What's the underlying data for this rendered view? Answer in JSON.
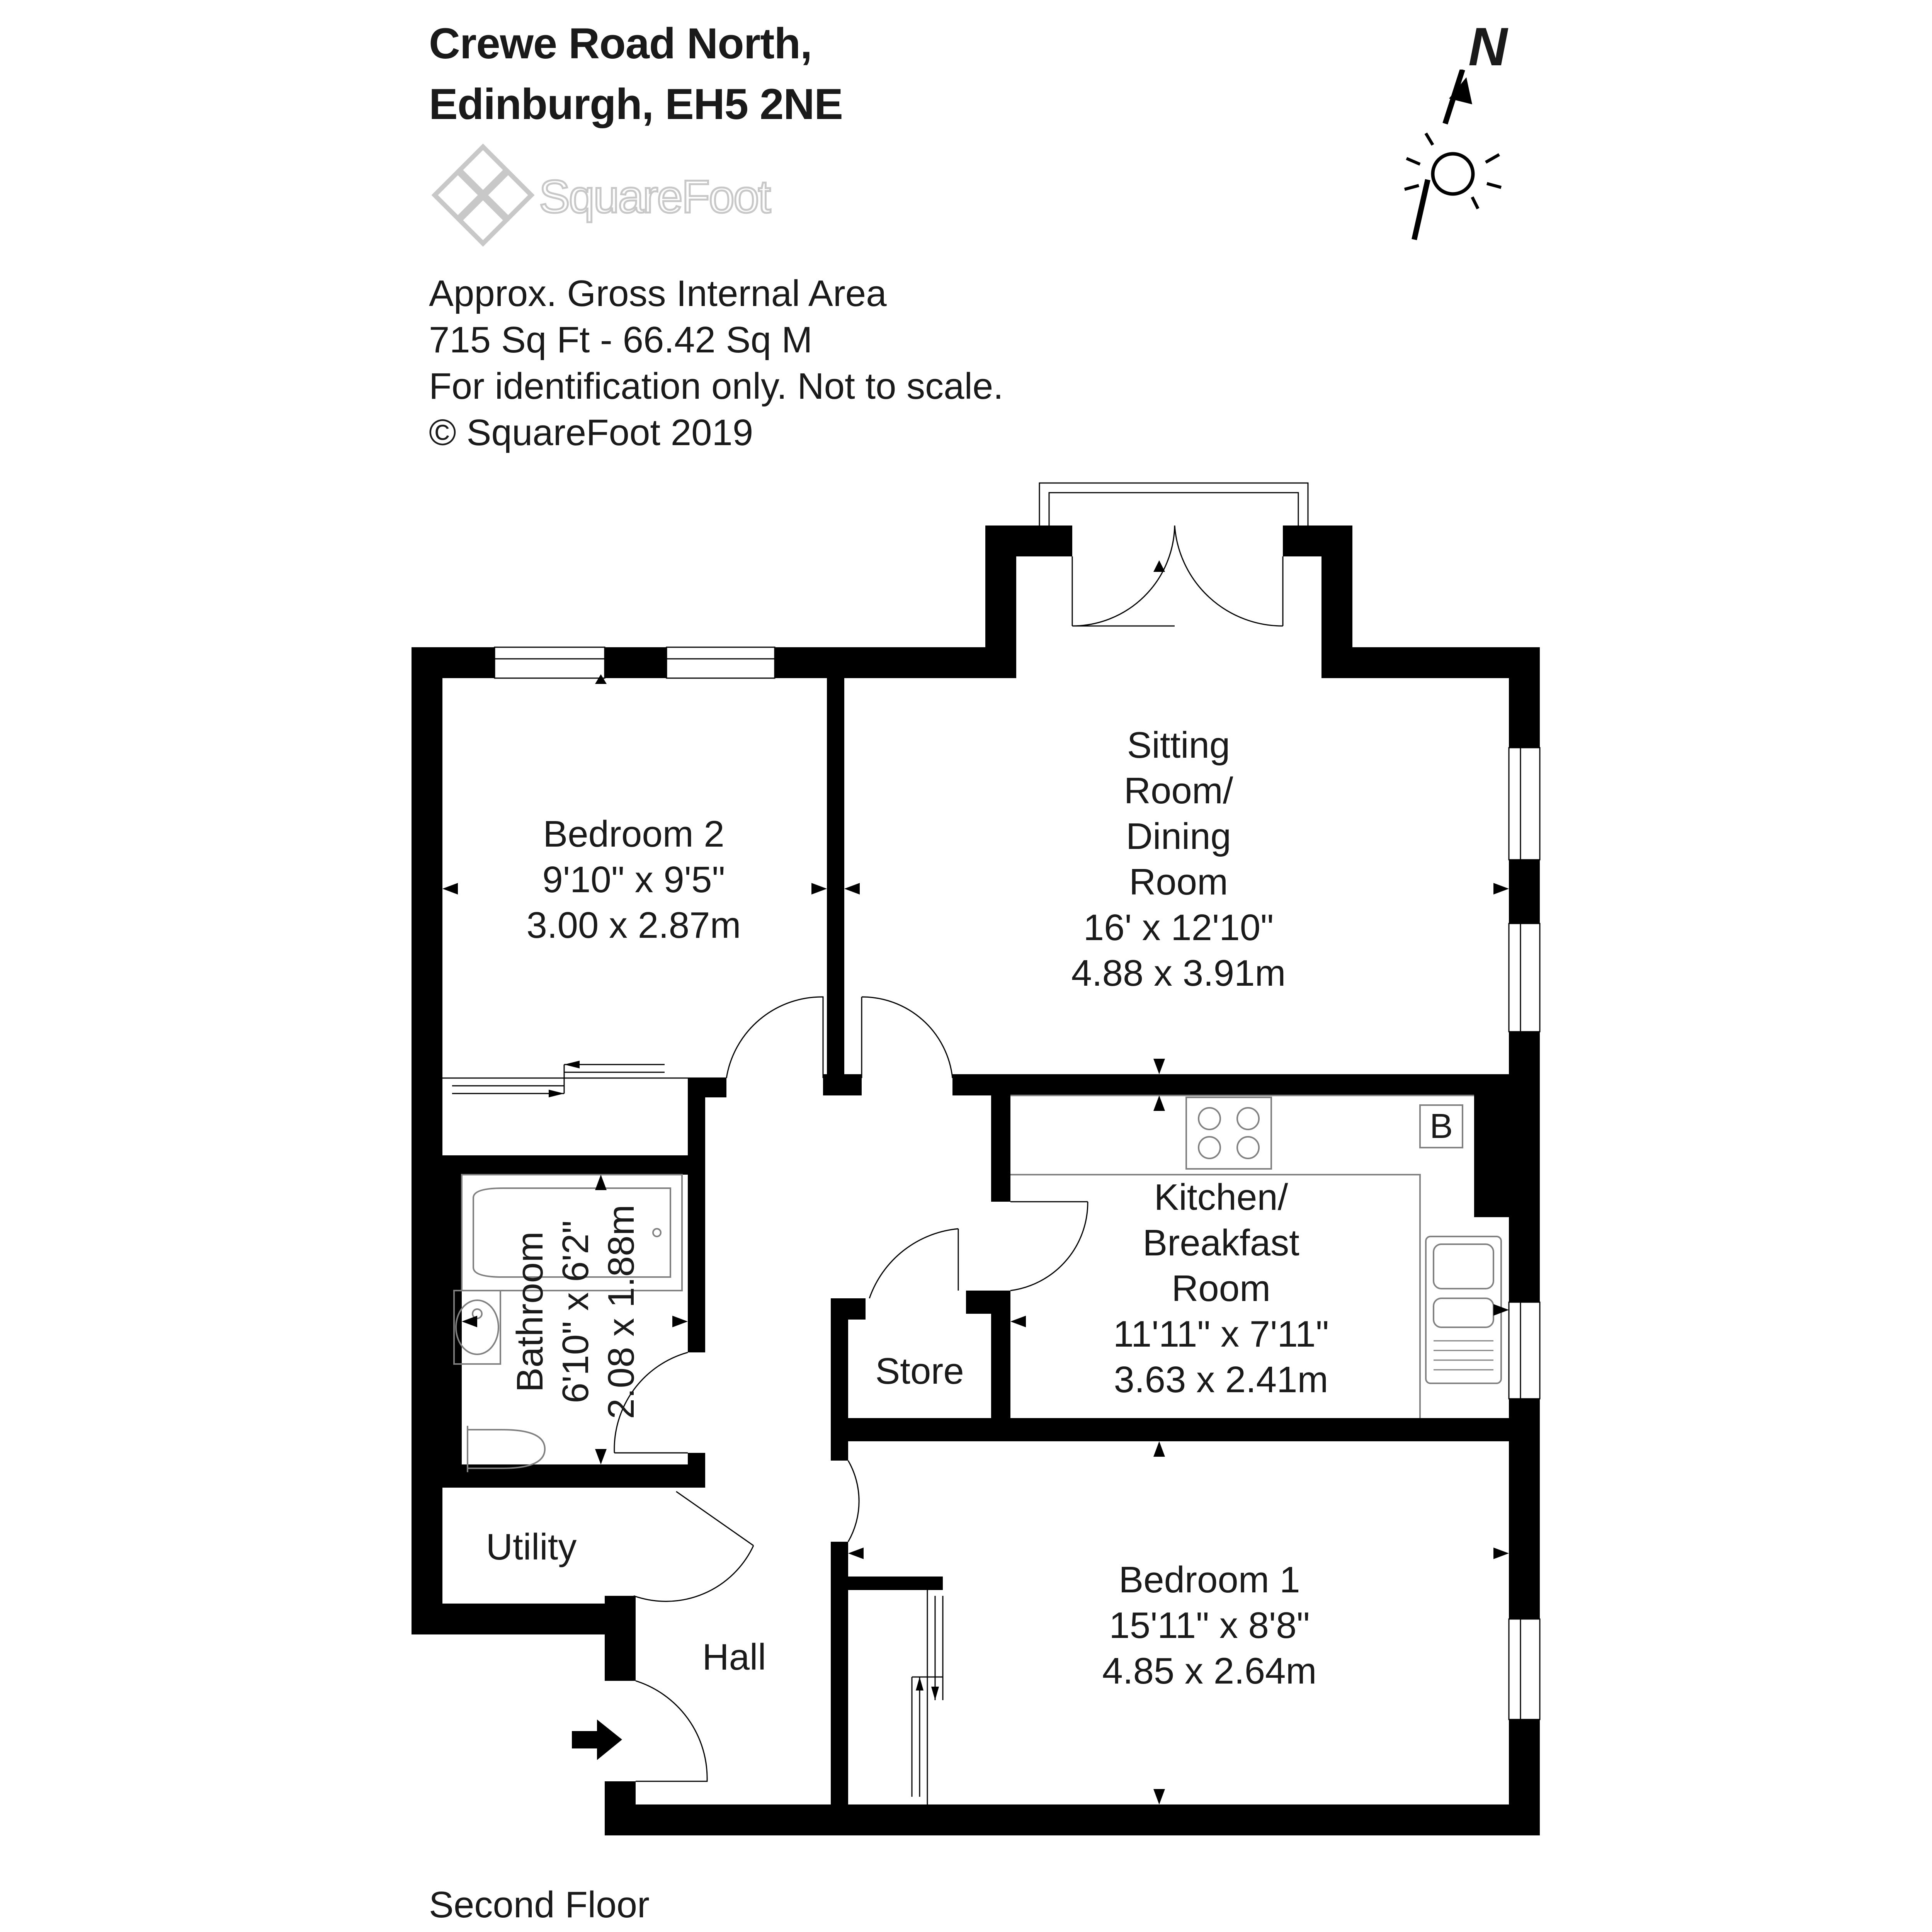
{
  "header": {
    "address_line1": "Crewe Road North,",
    "address_line2": "Edinburgh, EH5 2NE"
  },
  "logo": {
    "text": "SquareFoot",
    "icon": "diamond-logo-icon"
  },
  "info": {
    "line1": "Approx. Gross Internal Area",
    "line2": "715 Sq Ft  -  66.42 Sq M",
    "line3": "For identification only. Not to scale.",
    "line4": "© SquareFoot 2019"
  },
  "compass": {
    "label": "N",
    "icon": "north-arrow-icon",
    "sun_icon": "sun-icon"
  },
  "rooms": {
    "bedroom2": {
      "name": "Bedroom 2",
      "imperial": "9'10\" x 9'5\"",
      "metric": "3.00 x 2.87m"
    },
    "sitting": {
      "name1": "Sitting",
      "name2": "Room/",
      "name3": "Dining",
      "name4": "Room",
      "imperial": "16' x 12'10\"",
      "metric": "4.88 x 3.91m"
    },
    "kitchen": {
      "name1": "Kitchen/",
      "name2": "Breakfast",
      "name3": "Room",
      "imperial": "11'11\" x 7'11\"",
      "metric": "3.63 x 2.41m"
    },
    "bathroom": {
      "name": "Bathroom",
      "imperial": "6'10\" x 6'2\"",
      "metric": "2.08 x 1.88m"
    },
    "store": {
      "name": "Store"
    },
    "utility": {
      "name": "Utility"
    },
    "hall": {
      "name": "Hall"
    },
    "bedroom1": {
      "name": "Bedroom 1",
      "imperial": "15'11\" x 8'8\"",
      "metric": "4.85 x 2.64m"
    },
    "boiler": {
      "label": "B"
    }
  },
  "footer": {
    "floor": "Second Floor"
  },
  "colors": {
    "wall": "#000000",
    "fixture": "#808080",
    "logo": "#c8c8c8"
  }
}
